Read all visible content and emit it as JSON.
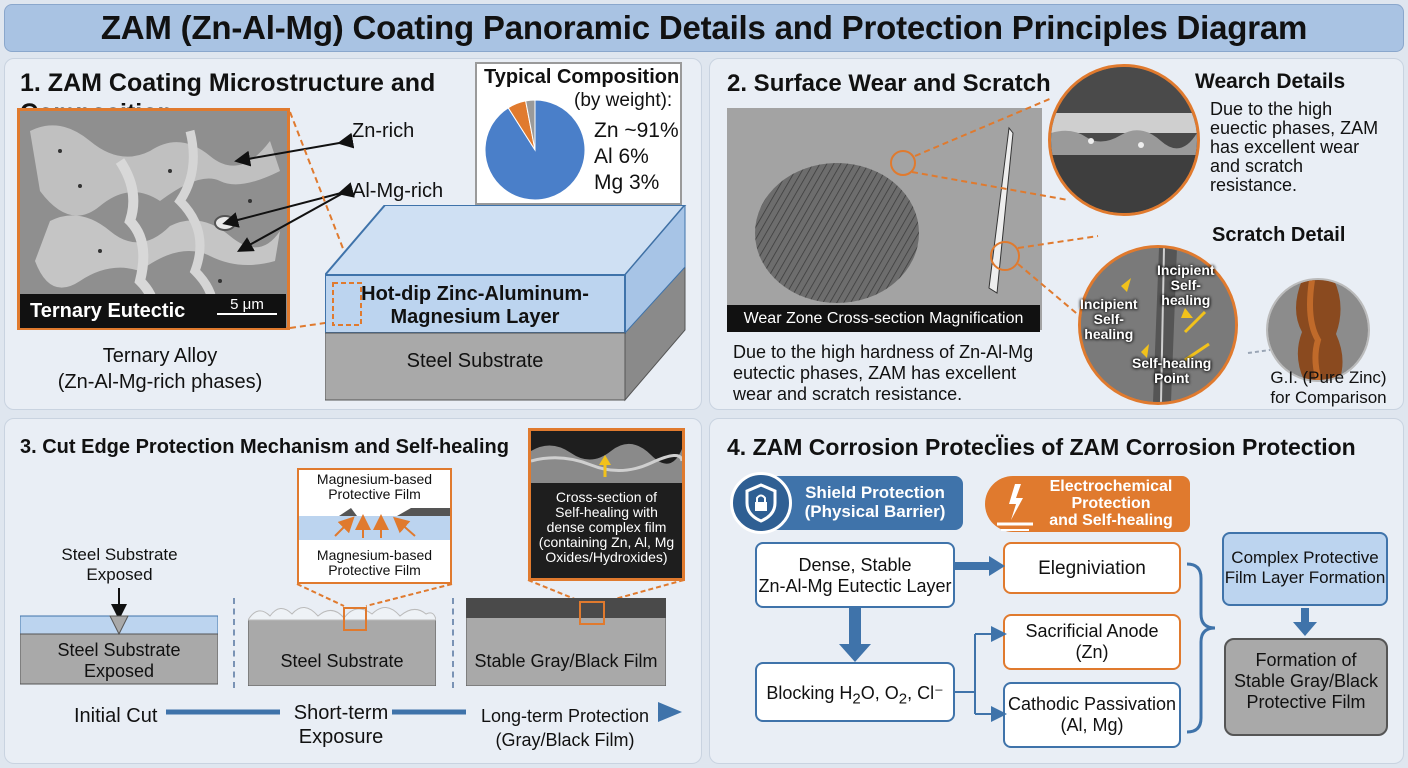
{
  "title": "ZAM (Zn-Al-Mg) Coating Panoramic Details and Protection Principles Diagram",
  "p1": {
    "title_line1": "1. ZAM Coating Microstructure and",
    "title_line2": "Composition",
    "zn_rich": "Zn-rich",
    "almg_rich": "Al-Mg-rich",
    "micro_label": "Ternary Eutectic",
    "scale": "5 μm",
    "alloy_line1": "Ternary Alloy",
    "alloy_line2": "(Zn-Al-Mg-rich phases)",
    "layer_line1": "Hot-dip Zinc-Aluminum-",
    "layer_line2": "Magnesium Layer",
    "substrate": "Steel Substrate",
    "comp_title": "Typical Composition",
    "comp_sub": "(by weight):",
    "comp_items": [
      "Zn ~91%",
      "Al 6%",
      "Mg 3%"
    ]
  },
  "chart_data": {
    "type": "pie",
    "categories": [
      "Zn",
      "Al",
      "Mg"
    ],
    "values": [
      91,
      6,
      3
    ],
    "colors": [
      "#4a7fc9",
      "#e07a2e",
      "#9a9a9a"
    ]
  },
  "p2": {
    "title": "2. Surface Wear and Scratch",
    "wear_caption": "Wear Zone Cross-section Magnification",
    "desc_line1": "Due to the high hardness of Zn-Al-Mg",
    "desc_line2": "eutectic phases, ZAM has excellent",
    "desc_line3": "wear and scratch resistance.",
    "wearch_title": "Wearch Details",
    "wearch_lines": [
      "Due to the high",
      "euectic phases, ZAM",
      "has excellent wear",
      "and scratch",
      "resistance."
    ],
    "scratch_title": "Scratch Detail",
    "incipient_a": [
      "Incipient",
      "Self-",
      "healing"
    ],
    "incipient_b": [
      "Incipient",
      "Self-",
      "healing"
    ],
    "point": [
      "Self-healing",
      "Point"
    ],
    "gi_line1": "G.I. (Pure Zinc)",
    "gi_line2": "for Comparison"
  },
  "p3": {
    "title": "3. Cut Edge Protection Mechanism and Self-healing",
    "exposed_top": [
      "Steel Substrate",
      "Exposed"
    ],
    "exposed_block": [
      "Steel Substrate",
      "Exposed"
    ],
    "mg_film_top": [
      "Magnesium-based",
      "Protective Film"
    ],
    "mg_film_bottom": [
      "Magnesium-based",
      "Protective Film"
    ],
    "steel_substrate": "Steel Substrate",
    "stable_film": "Stable Gray/Black Film",
    "xsec": [
      "Cross-section of",
      "Self-healing with",
      "dense complex film",
      "(containing Zn, Al, Mg",
      "Oxides/Hydroxides)"
    ],
    "stage1": "Initial Cut",
    "stage2": [
      "Short-term",
      "Exposure"
    ],
    "stage3": [
      "Long-term Protection",
      "(Gray/Black Film)"
    ]
  },
  "p4": {
    "title": "4. ZAM Corrosion Protecl̈ies of ZAM Corrosion Protection",
    "shield": [
      "Shield Protection",
      "(Physical Barrier)"
    ],
    "electro": [
      "Electrochemical",
      "Protection",
      "and Self-healing"
    ],
    "dense": [
      "Dense, Stable",
      "Zn-Al-Mg Eutectic Layer"
    ],
    "blocking_prefix": "Blocking H",
    "blocking_2a": "2",
    "blocking_mid": "O, O",
    "blocking_2b": "2",
    "blocking_suffix": ", Cl⁻",
    "eleg": "Elegniviation",
    "sacrificial": [
      "Sacrificial Anode",
      "(Zn)"
    ],
    "cathodic": [
      "Cathodic Passivation",
      "(Al, Mg)"
    ],
    "complex": [
      "Complex Protective",
      "Film Layer Formation"
    ],
    "formation": [
      "Formation of",
      "Stable Gray/Black",
      "Protective Film"
    ]
  }
}
